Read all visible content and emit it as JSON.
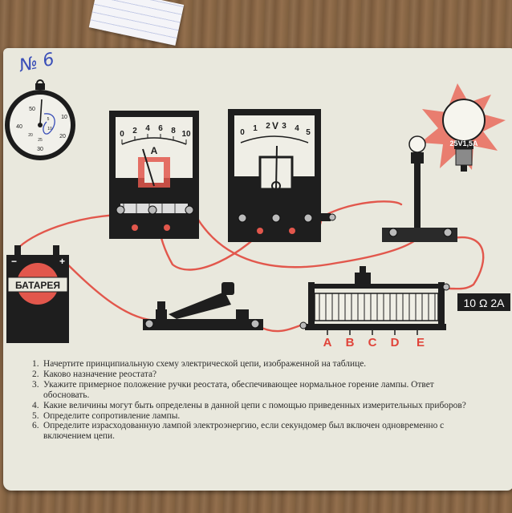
{
  "handwritten_mark": "№ 6",
  "stopwatch": {
    "scale_outer": [
      "50",
      "10",
      "40",
      "20",
      "30"
    ],
    "scale_inner": [
      "5",
      "10",
      "20",
      "25"
    ]
  },
  "ammeter": {
    "unit": "A",
    "scale": [
      "0",
      "2",
      "4",
      "6",
      "8",
      "10"
    ]
  },
  "voltmeter": {
    "unit": "V",
    "scale": [
      "0",
      "1",
      "2",
      "3",
      "4",
      "5"
    ]
  },
  "battery": {
    "label": "БАТАРЕЯ",
    "minus": "−",
    "plus": "+"
  },
  "lamp": {
    "rating": "25V1,5A"
  },
  "rheostat": {
    "rating": "10 Ω 2A",
    "contacts": [
      "A",
      "B",
      "C",
      "D",
      "E"
    ]
  },
  "tasks": [
    {
      "num": "1.",
      "text": "Начертите принципиальную схему электрической цепи, изображенной на таблице."
    },
    {
      "num": "2.",
      "text": "Каково назначение реостата?"
    },
    {
      "num": "3.",
      "text": "Укажите примерное положение ручки реостата, обеспечивающее нормальное горение лампы. Ответ обосновать."
    },
    {
      "num": "4.",
      "text": "Какие величины могут быть определены в данной цепи с помощью приведенных измерительных приборов?"
    },
    {
      "num": "5.",
      "text": "Определите сопротивление лампы."
    },
    {
      "num": "6.",
      "text": "Определите израсходованную лампой электроэнергию, если секундомер был включен одновременно с включением цепи."
    }
  ],
  "colors": {
    "wire": "#e2574c",
    "instrument": "#1e1e1e",
    "card": "#e9e8dd",
    "contact_letters": "#e0443a",
    "burst": "#e96a5c"
  }
}
